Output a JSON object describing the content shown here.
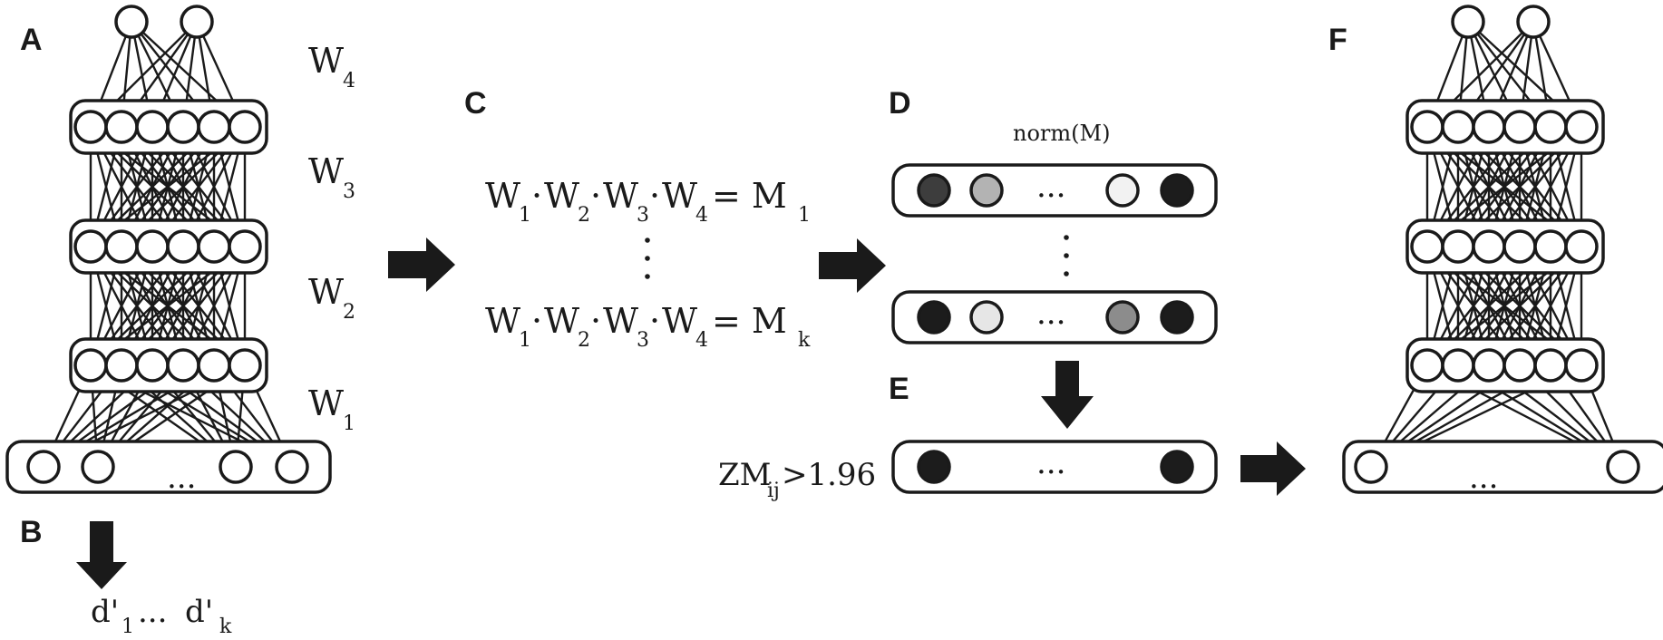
{
  "panels": {
    "a": "A",
    "b": "B",
    "c": "C",
    "d": "D",
    "e": "E",
    "f": "F"
  },
  "weights": {
    "w4": "W",
    "w4_sub": "4",
    "w3": "W",
    "w3_sub": "3",
    "w2": "W",
    "w2_sub": "2",
    "w1": "W",
    "w1_sub": "1"
  },
  "panel_b": {
    "text1": "d'",
    "sub1": "1",
    "dots": "...",
    "text2": "d'",
    "subk": "k"
  },
  "panel_c": {
    "row1": {
      "w1": "W",
      "s1": "1",
      "w2": "W",
      "s2": "2",
      "w3": "W",
      "s3": "3",
      "w4": "W",
      "s4": "4",
      "eq": "= M",
      "sm": "1"
    },
    "rowk": {
      "w1": "W",
      "s1": "1",
      "w2": "W",
      "s2": "2",
      "w3": "W",
      "s3": "3",
      "w4": "W",
      "s4": "4",
      "eq": "= M",
      "sm": "k"
    },
    "dot": "·"
  },
  "panel_d": {
    "title": "norm(M)",
    "ellipsis": "..."
  },
  "panel_e": {
    "label": "ZM",
    "sub": "ij",
    "cond": ">1.96",
    "ellipsis": "..."
  },
  "input_ellipsis": "...",
  "colors": {
    "ink": "#1a1a1a",
    "d_row1": [
      "#3d3d3d",
      "#b3b3b3",
      "#f2f2f2",
      "#1c1c1c"
    ],
    "d_rowk": [
      "#1c1c1c",
      "#e6e6e6",
      "#8c8c8c",
      "#1c1c1c"
    ],
    "e_row": [
      "#1c1c1c",
      "#1c1c1c"
    ]
  }
}
